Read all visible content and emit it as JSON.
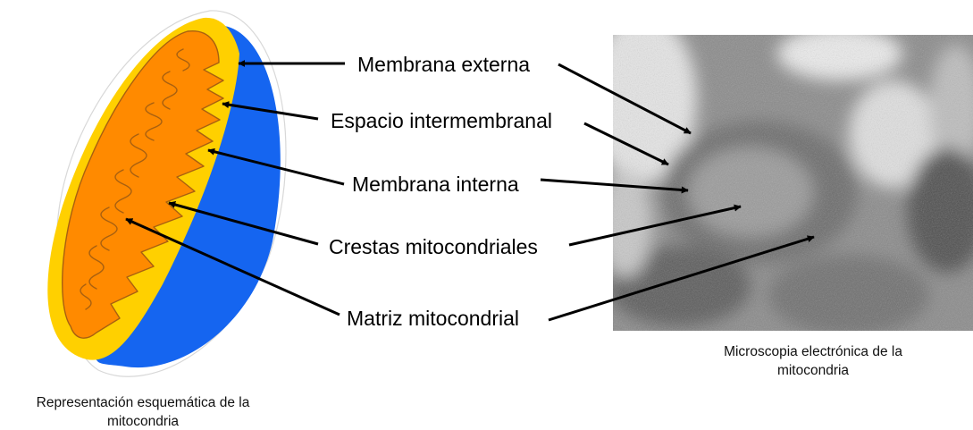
{
  "labels": {
    "outer_membrane": "Membrana externa",
    "intermembrane_space": "Espacio intermembranal",
    "inner_membrane": "Membrana interna",
    "cristae": "Crestas mitocondriales",
    "matrix": "Matriz mitocondrial"
  },
  "captions": {
    "schematic_line1": "Representación esquemática de la",
    "schematic_line2": "mitocondria",
    "micrograph_line1": "Microscopia electrónica de la",
    "micrograph_line2": "mitocondria"
  },
  "colors": {
    "outer_membrane": "#1565f0",
    "intermembrane_space": "#ffd000",
    "matrix": "#ff8a00",
    "membrane_stroke": "#a86010",
    "arrow": "#000000"
  }
}
